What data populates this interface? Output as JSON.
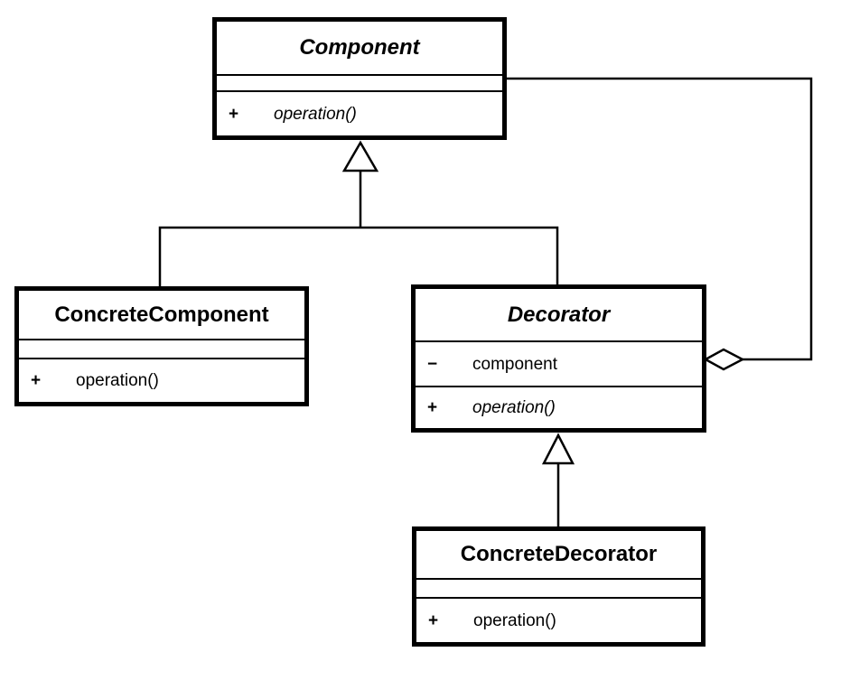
{
  "diagram": {
    "type": "uml-class-diagram",
    "pattern": "Decorator",
    "colors": {
      "line": "#000000",
      "box_fill": "#ffffff",
      "background": "#ffffff",
      "text": "#000000"
    }
  },
  "classes": {
    "component": {
      "name": "Component",
      "abstract": true,
      "operation": {
        "sign": "+",
        "text": "operation()",
        "abstract": true
      }
    },
    "concreteComponent": {
      "name": "ConcreteComponent",
      "abstract": false,
      "operation": {
        "sign": "+",
        "text": "operation()",
        "abstract": false
      }
    },
    "decorator": {
      "name": "Decorator",
      "abstract": true,
      "attribute": {
        "sign": "−",
        "text": "component"
      },
      "operation": {
        "sign": "+",
        "text": "operation()",
        "abstract": true
      }
    },
    "concreteDecorator": {
      "name": "ConcreteDecorator",
      "abstract": false,
      "operation": {
        "sign": "+",
        "text": "operation()",
        "abstract": false
      }
    }
  },
  "relationships": [
    {
      "type": "generalization",
      "from": "ConcreteComponent",
      "to": "Component"
    },
    {
      "type": "generalization",
      "from": "Decorator",
      "to": "Component"
    },
    {
      "type": "generalization",
      "from": "ConcreteDecorator",
      "to": "Decorator"
    },
    {
      "type": "aggregation",
      "owner": "Decorator",
      "part": "Component"
    }
  ]
}
